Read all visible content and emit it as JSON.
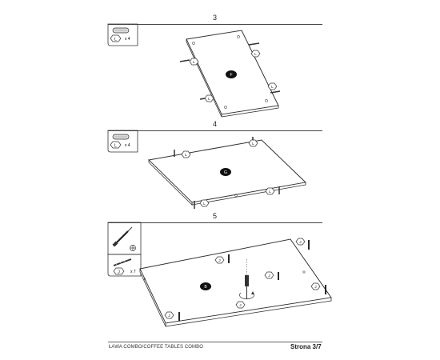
{
  "steps": [
    {
      "number": "3",
      "part_label": "F",
      "hardware_code": "L",
      "hardware_qty": "x 4"
    },
    {
      "number": "4",
      "part_label": "G",
      "hardware_code": "L",
      "hardware_qty": "x 4"
    },
    {
      "number": "5",
      "part_label": "B",
      "hardware_code": "J",
      "hardware_qty": "x 7"
    }
  ],
  "callouts": {
    "L": "L",
    "J": "J"
  },
  "footer": {
    "product": "ŁAWA COMBO/COFFEE TABLES COMBO",
    "page": "Strona 3/7"
  }
}
